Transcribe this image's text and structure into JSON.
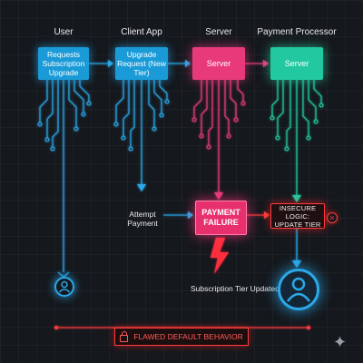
{
  "lanes": {
    "user": "User",
    "client": "Client App",
    "server": "Server",
    "processor": "Payment Processor"
  },
  "boxes": {
    "user": "Requests Subscription Upgrade",
    "client": "Upgrade Request (New Tier)",
    "server": "Server",
    "processor": "Server",
    "failure": "PAYMENT FAILURE",
    "insecure": "INSECURE LOGIC: UPDATE TIER"
  },
  "labels": {
    "attempt": "Attempt Payment",
    "updated": "Subscription Tier Updated"
  },
  "banner": "FLAWED DEFAULT BEHAVIOR",
  "icons": {
    "user_avatar": "user-icon",
    "close": "close-icon",
    "lightning": "lightning-icon",
    "lock": "lock-icon",
    "sparkle": "sparkle-icon"
  },
  "colors": {
    "blue": "#1a9bd8",
    "pink": "#e83a7a",
    "teal": "#22c9a0",
    "red": "#ff3b3b",
    "background": "#15181d"
  }
}
